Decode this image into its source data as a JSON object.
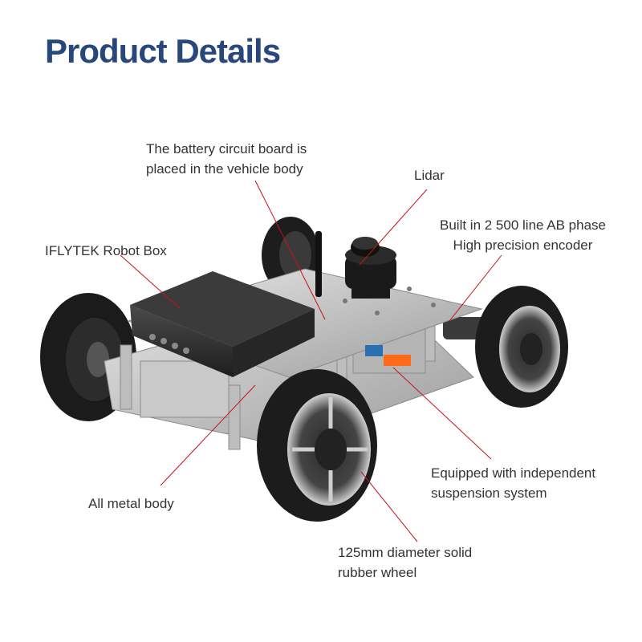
{
  "page": {
    "title": "Product Details"
  },
  "callouts": {
    "battery": [
      "The battery circuit board is",
      "placed in the vehicle body"
    ],
    "lidar": [
      "Lidar"
    ],
    "encoder": [
      "Built in 2 500 line AB phase",
      "High precision encoder"
    ],
    "robot_box": [
      "IFLYTEK Robot Box"
    ],
    "suspension": [
      "Equipped with independent",
      "suspension system"
    ],
    "metal_body": [
      "All metal body"
    ],
    "wheel": [
      "125mm diameter solid",
      "rubber wheel"
    ]
  },
  "colors": {
    "title": "#28477b",
    "leader_line": "#c8101a",
    "label_text": "#333333"
  },
  "image": {
    "subject": "robot-car-photo"
  }
}
